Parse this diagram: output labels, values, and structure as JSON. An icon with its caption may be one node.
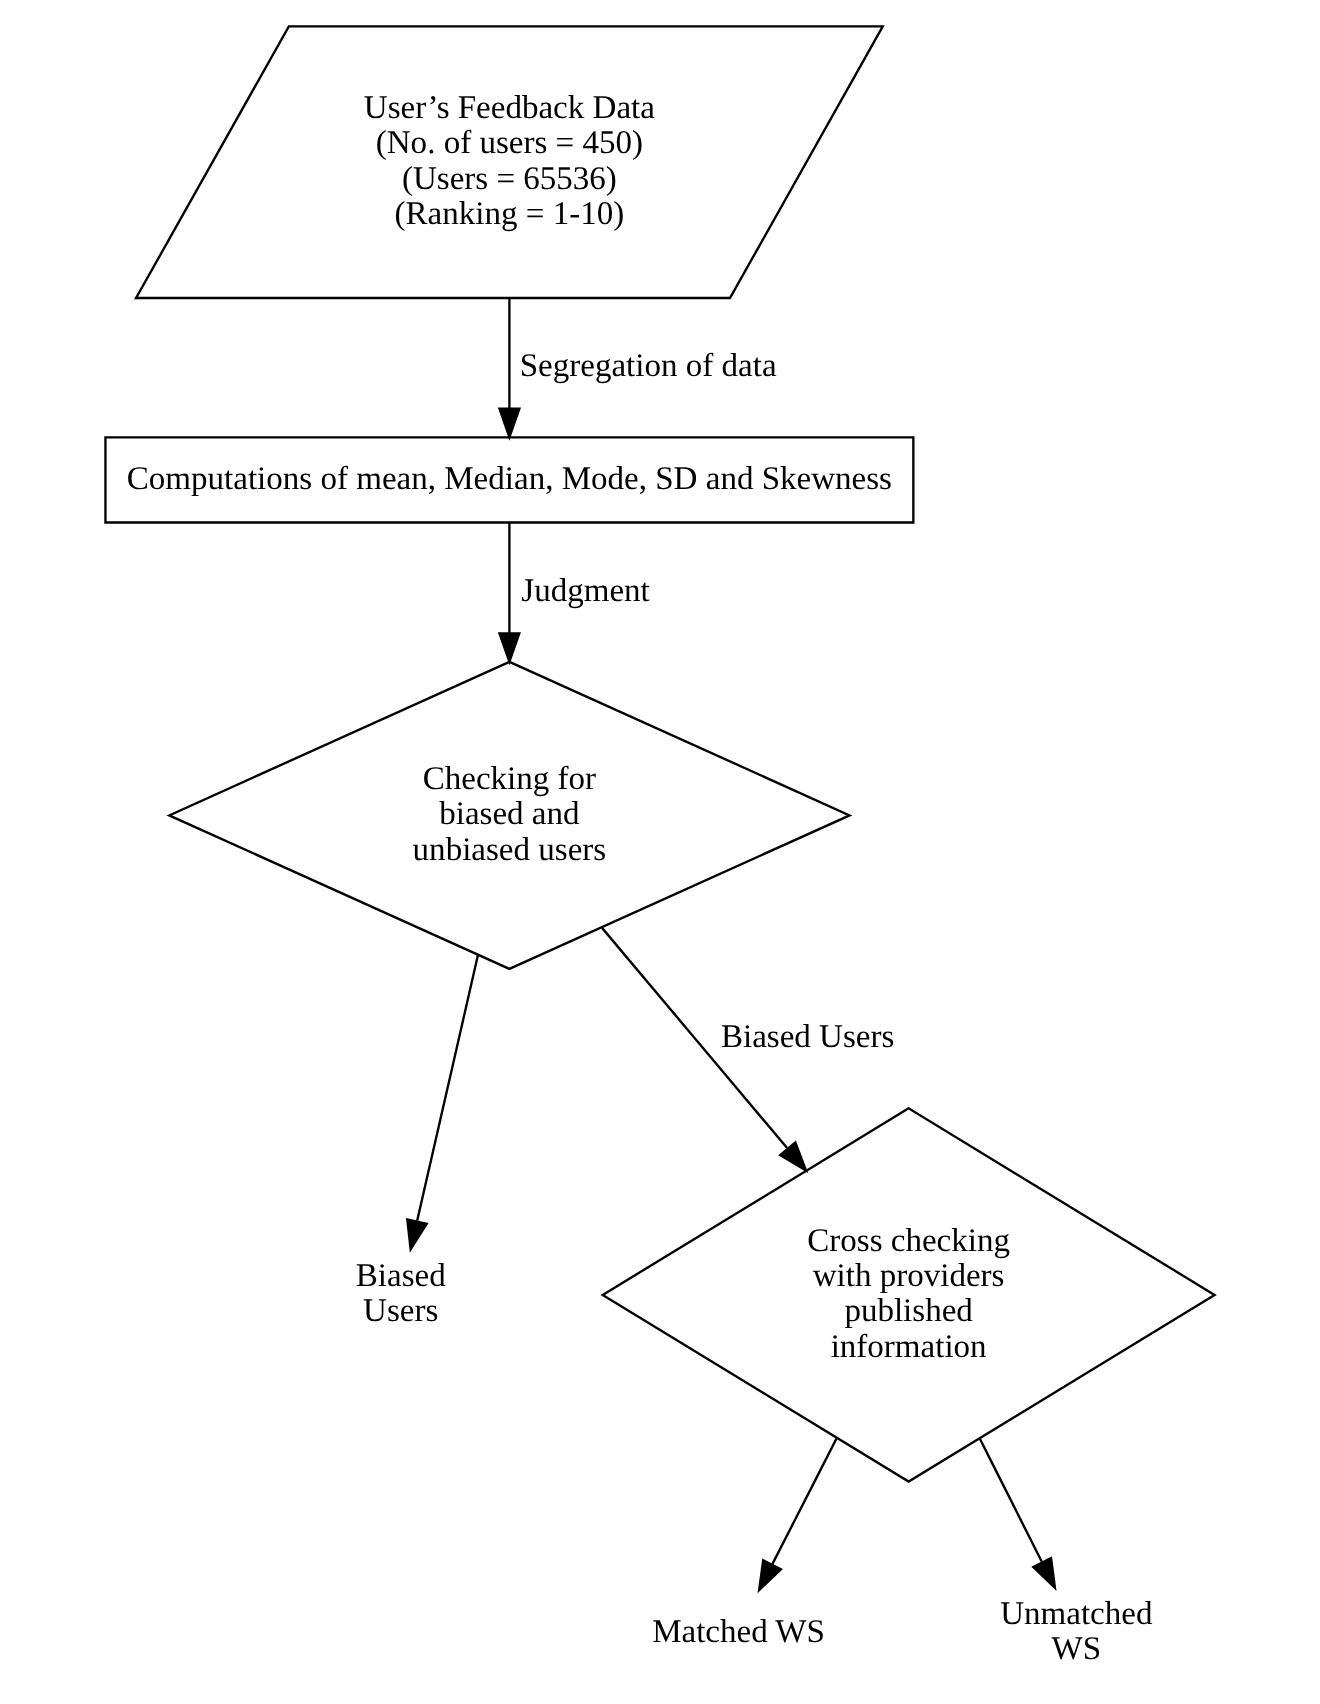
{
  "diagram": {
    "nodes": [
      {
        "text": [
          "User’s Feedback Data (No. of users = 450) (Users = 65536) (Ranking = 1-10)"
        ]
      },
      {
        "text": [
          "Computations of mean, Median, Mode, SD and Skewness"
        ]
      },
      {
        "text": [
          "Checking for biased and unbiased users"
        ]
      },
      {
        "text": [
          "Biased Users"
        ]
      },
      {
        "text": [
          "Cross checking with providers published information"
        ]
      },
      {
        "text": [
          "Matched WS"
        ]
      },
      {
        "text": [
          "Unmatched WS"
        ]
      }
    ],
    "edges": [
      {
        "from": 0,
        "to": 1,
        "arrow": "to",
        "label": "Segregation of data"
      },
      {
        "from": 1,
        "to": 2,
        "arrow": "to",
        "label": "Judgment"
      },
      {
        "from": 2,
        "to": 3,
        "arrow": "to"
      },
      {
        "from": 2,
        "to": 4,
        "arrow": "to",
        "label": "Biased Users"
      },
      {
        "from": 4,
        "to": 5,
        "arrow": "to"
      },
      {
        "from": 4,
        "to": 6,
        "arrow": "to"
      }
    ]
  }
}
